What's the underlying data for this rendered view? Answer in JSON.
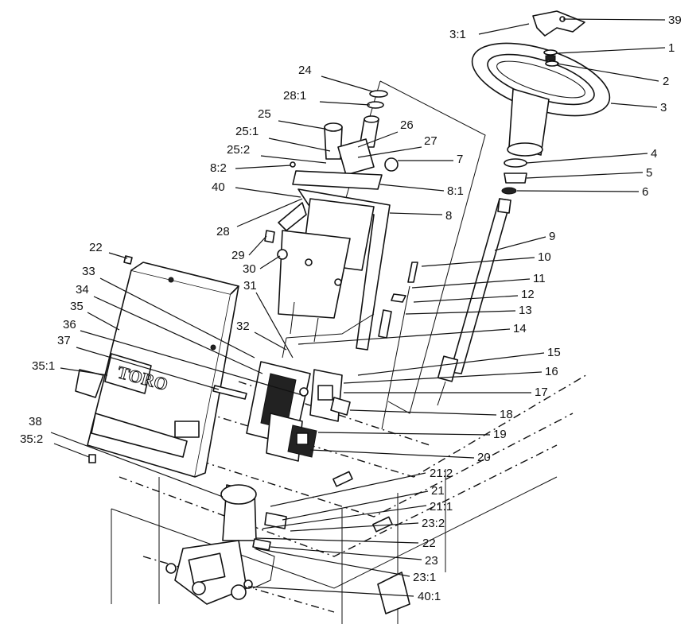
{
  "diagram": {
    "logo": "TORO",
    "callouts": [
      "3:1",
      "39",
      "1",
      "2",
      "3",
      "4",
      "5",
      "6",
      "9",
      "10",
      "11",
      "12",
      "13",
      "14",
      "15",
      "16",
      "17",
      "18",
      "19",
      "20",
      "24",
      "28:1",
      "25",
      "26",
      "25:1",
      "27",
      "25:2",
      "7",
      "8:2",
      "8:1",
      "40",
      "8",
      "28",
      "29",
      "30",
      "22",
      "31",
      "33",
      "34",
      "35",
      "32",
      "36",
      "37",
      "35:1",
      "38",
      "35:2",
      "21:2",
      "21",
      "21:1",
      "23:2",
      "22",
      "23",
      "23:1",
      "40:1"
    ]
  }
}
